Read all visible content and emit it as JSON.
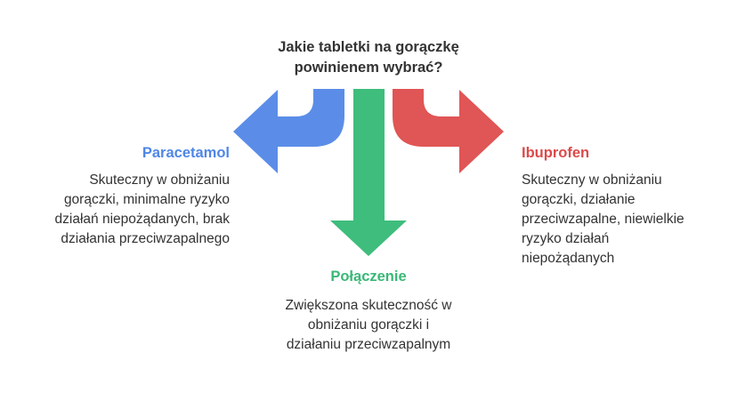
{
  "question": {
    "line1": "Jakie tabletki na gorączkę",
    "line2": "powinienem wybrać?"
  },
  "options": {
    "left": {
      "title": "Paracetamol",
      "color": "#5B8DE8",
      "lines": [
        "Skuteczny w obniżaniu",
        "gorączki, minimalne ryzyko",
        "działań niepożądanych, brak",
        "działania przeciwzapalnego"
      ]
    },
    "center": {
      "title": "Połączenie",
      "color": "#3EBD7C",
      "lines": [
        "Zwiększona skuteczność w",
        "obniżaniu gorączki i",
        "działaniu przeciwzapalnym"
      ]
    },
    "right": {
      "title": "Ibuprofen",
      "color": "#E05555",
      "lines": [
        "Skuteczny w obniżaniu",
        "gorączki, działanie",
        "przeciwzapalne, niewielkie",
        "ryzyko działań",
        "niepożądanych"
      ]
    }
  },
  "colors": {
    "text": "#333333",
    "blue": "#5B8DE8",
    "green": "#3EBD7C",
    "red": "#E05555"
  }
}
